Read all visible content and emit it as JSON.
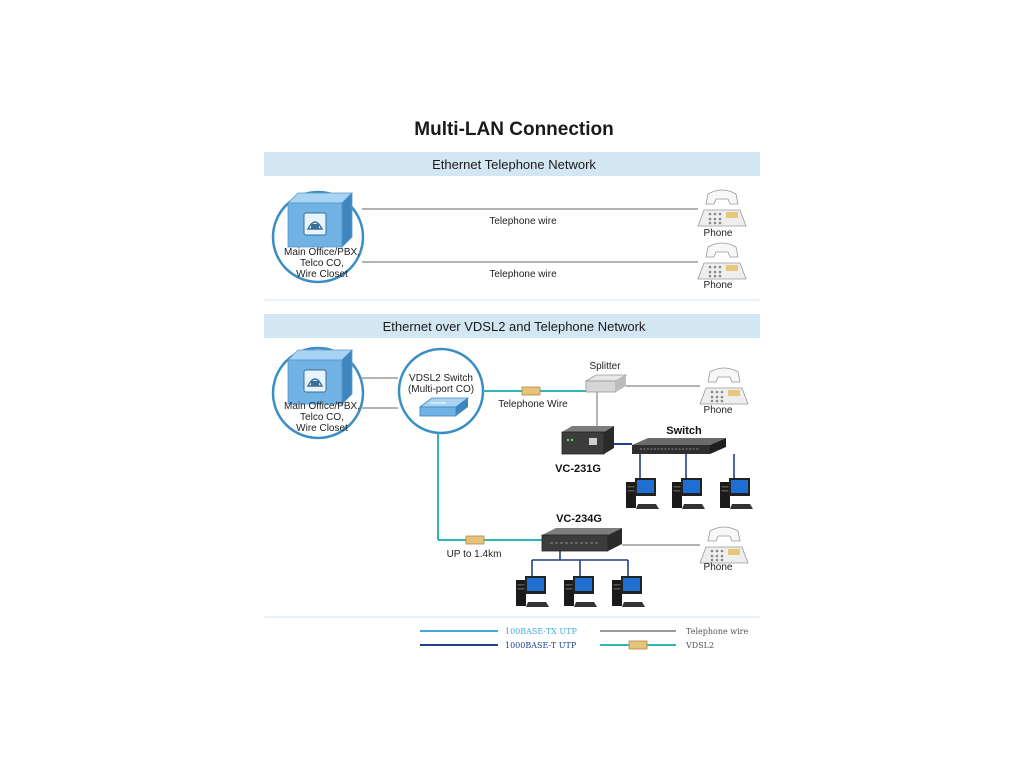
{
  "title": "Multi-LAN Connection",
  "sections": [
    {
      "heading": "Ethernet Telephone Network",
      "office_label": [
        "Main Office/PBX,",
        "Telco CO,",
        "Wire Closet"
      ],
      "wire_labels": [
        "Telephone wire",
        "Telephone wire"
      ],
      "phone_labels": [
        "Phone",
        "Phone"
      ]
    },
    {
      "heading": "Ethernet over VDSL2 and Telephone Network",
      "office_label": [
        "Main Office/PBX,",
        "Telco CO,",
        "Wire Closet"
      ],
      "vdsl_switch_label": [
        "VDSL2 Switch",
        "(Multi-port CO)"
      ],
      "splitter_label": "Splitter",
      "telephone_wire_label": "Telephone Wire",
      "switch_label": "Switch",
      "vc231g_label": "VC-231G",
      "vc234g_label": "VC-234G",
      "distance_label": "UP to 1.4km",
      "phone_labels": [
        "Phone",
        "Phone"
      ]
    }
  ],
  "legend": [
    {
      "label": "100BASE-TX UTP",
      "color": "#3fa9d9"
    },
    {
      "label": "1000BASE-T UTP",
      "color": "#1f3f8f"
    },
    {
      "label": "Telephone wire",
      "color": "#9a9a9a"
    },
    {
      "label": "VDSL2",
      "color": "#2eb5b5"
    }
  ],
  "colors": {
    "band": "#d3e7f3",
    "circle": "#3a8ec4",
    "box_front": "#6fb2e3",
    "box_side": "#3d86c0",
    "phone_wire": "#9a9a9a",
    "vdsl_wire": "#2eb5b5",
    "lan_100": "#3fa9d9",
    "lan_1000": "#1f3f8f"
  }
}
